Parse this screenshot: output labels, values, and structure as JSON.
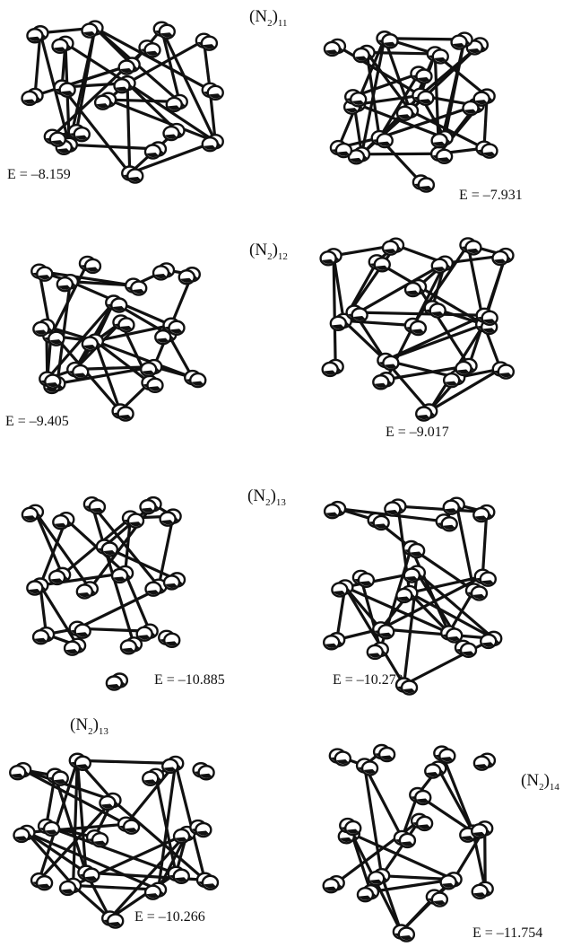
{
  "cluster_labels": {
    "n11": {
      "base": "(N",
      "sub1": "2",
      "close": ")",
      "sub2": "11"
    },
    "n12": {
      "base": "(N",
      "sub1": "2",
      "close": ")",
      "sub2": "12"
    },
    "n13a": {
      "base": "(N",
      "sub1": "2",
      "close": ")",
      "sub2": "13"
    },
    "n13b": {
      "base": "(N",
      "sub1": "2",
      "close": ")",
      "sub2": "13"
    },
    "n14": {
      "base": "(N",
      "sub1": "2",
      "close": ")",
      "sub2": "14"
    }
  },
  "energies": {
    "e1": "E = –8.159",
    "e2": "E = –7.931",
    "e3": "E = –9.405",
    "e4": "E = –9.017",
    "e5": "E = –10.885",
    "e6": "E = –10.273",
    "e7": "E = –10.266",
    "e8": "E = –11.754"
  }
}
